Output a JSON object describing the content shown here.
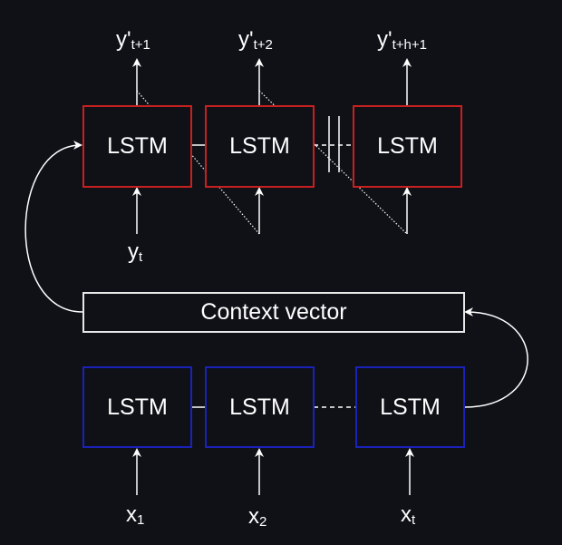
{
  "colors": {
    "background": "#0f1117",
    "decoder_border": "#c8201f",
    "encoder_border": "#1a22b8",
    "context_border": "#e8e8e8",
    "line": "#ffffff"
  },
  "decoder": {
    "cells": [
      "LSTM",
      "LSTM",
      "LSTM"
    ],
    "outputs": [
      {
        "base": "y'",
        "sub": "t+1"
      },
      {
        "base": "y'",
        "sub": "t+2"
      },
      {
        "base": "y'",
        "sub": "t+h+1"
      }
    ],
    "input": {
      "base": "y",
      "sub": "t"
    }
  },
  "context_vector": {
    "label": "Context vector"
  },
  "encoder": {
    "cells": [
      "LSTM",
      "LSTM",
      "LSTM"
    ],
    "inputs": [
      {
        "base": "x",
        "sub": "1"
      },
      {
        "base": "x",
        "sub": "2"
      },
      {
        "base": "x",
        "sub": "t"
      }
    ]
  }
}
